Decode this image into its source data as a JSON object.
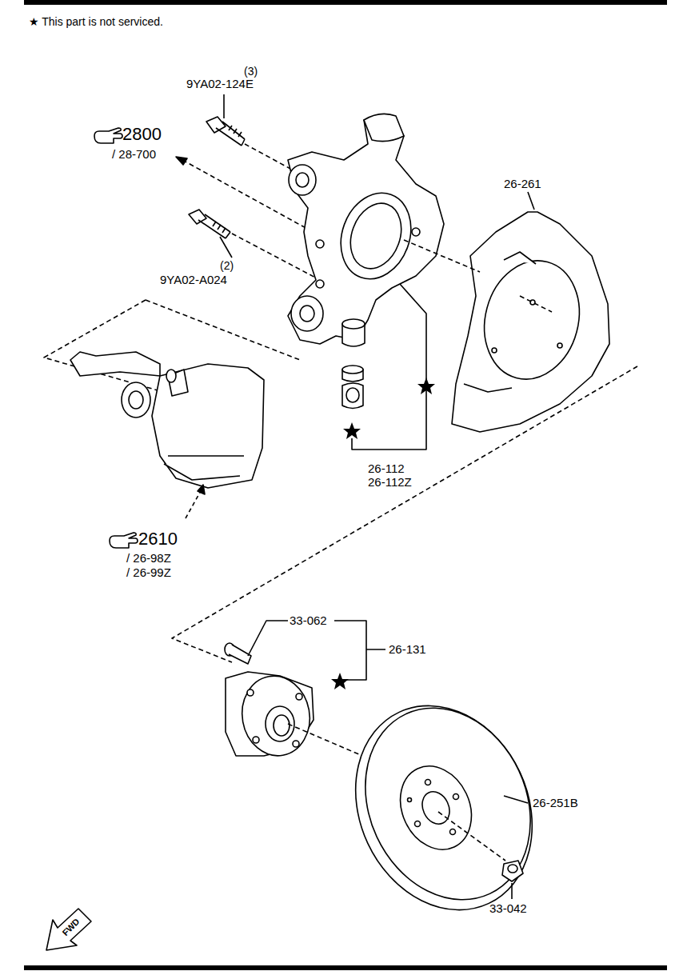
{
  "diagram": {
    "labels": [
      "★ This part is not serviced.",
      "(3)",
      "9YA02-124E",
      "2800",
      "/ 28-700",
      "26-261",
      "(2)",
      "9YA02-A024",
      "2610",
      "/ 26-98Z",
      "/ 26-99Z",
      "26-112",
      "26-112Z",
      "33-062",
      "26-131",
      "26-251B",
      "33-042",
      "FWD"
    ]
  }
}
